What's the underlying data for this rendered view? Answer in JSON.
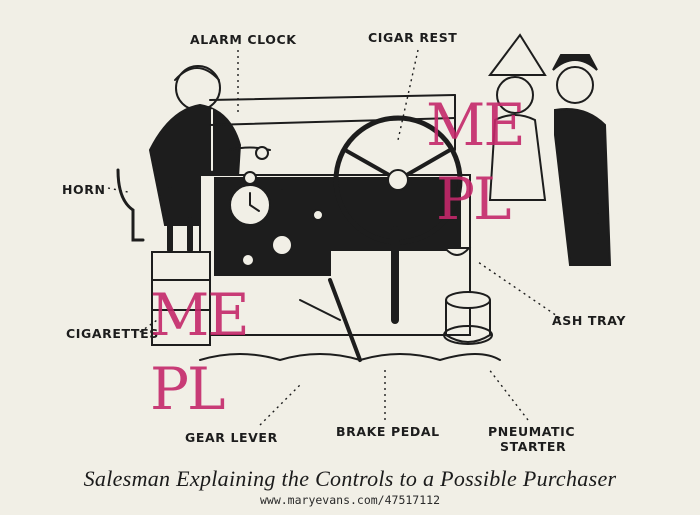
{
  "labels": {
    "alarm_clock": "ALARM CLOCK",
    "cigar_rest": "CIGAR REST",
    "horn": "HORN",
    "cigarettes": "CIGARETTES",
    "ash_tray": "ASH TRAY",
    "gear_lever": "GEAR LEVER",
    "brake_pedal": "BRAKE PEDAL",
    "pneumatic_starter_line1": "PNEUMATIC",
    "pneumatic_starter_line2": "STARTER"
  },
  "caption": "Salesman Explaining the Controls to a Possible Purchaser",
  "credit": "www.maryevans.com/47517112",
  "watermark": {
    "top_line1": "ME",
    "top_line2": "PL",
    "bottom_line1": "ME",
    "bottom_line2": "PL",
    "color": "#c4286a"
  },
  "colors": {
    "ink": "#1d1d1d",
    "paper": "#f1efe6"
  }
}
